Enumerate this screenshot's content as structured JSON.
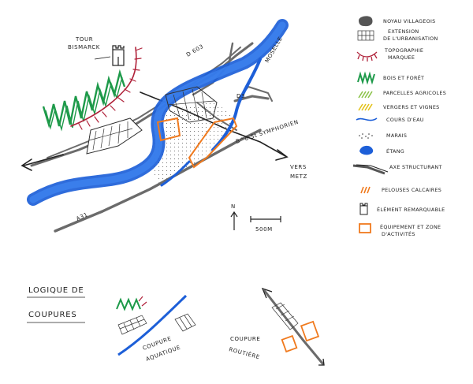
{
  "map": {
    "labels": {
      "tour": "TOUR",
      "bismarck": "BISMARCK",
      "d603": "D 603",
      "moselle": "MOSELLE",
      "d3": "D3",
      "bd_symphorien": "B^d St SYMPHORIEN",
      "vers": "VERS",
      "metz": "METZ",
      "a31": "A31",
      "north": "N",
      "scale": "500M"
    }
  },
  "legend": {
    "items": [
      {
        "icon": "village-core-icon",
        "label": "NOYAU VILLAGEOIS"
      },
      {
        "icon": "urban-extension-icon",
        "label": "EXTENSION\nDE L'URBANISATION"
      },
      {
        "icon": "marked-topography-icon",
        "label": "TOPOGRAPHIE\nMARQUEE"
      },
      {
        "icon": "woods-forest-icon",
        "label": "BOIS ET FORÊT"
      },
      {
        "icon": "agricultural-plots-icon",
        "label": "PARCELLES AGRICOLES"
      },
      {
        "icon": "orchards-vines-icon",
        "label": "VERGERS ET VIGNES"
      },
      {
        "icon": "watercourse-icon",
        "label": "COURS D'EAU"
      },
      {
        "icon": "marsh-icon",
        "label": "MARAIS"
      },
      {
        "icon": "pond-icon",
        "label": "ÉTANG"
      },
      {
        "icon": "structuring-axis-icon",
        "label": "AXE STRUCTURANT"
      },
      {
        "icon": "calcareous-lawns-icon",
        "label": "PELOUSES CALCAIRES"
      },
      {
        "icon": "remarkable-element-icon",
        "label": "ÉLÉMENT REMARQUABLE"
      },
      {
        "icon": "equipment-zone-icon",
        "label": "ÉQUIPEMENT ET ZONE\nD'ACTIVITÉS"
      }
    ]
  },
  "cuts": {
    "title_line1": "LOGIQUE DE",
    "title_line2": "COUPURES",
    "aquatic_line1": "COUPURE",
    "aquatic_line2": "AQUATIQUE",
    "road_line1": "COUPURE",
    "road_line2": "ROUTIÈRE"
  },
  "colors": {
    "water": "#1d5fd8",
    "road": "#6b6b6b",
    "forest": "#1e9a4a",
    "topography": "#b0223a",
    "orange": "#f07a1e",
    "ink": "#222222"
  }
}
